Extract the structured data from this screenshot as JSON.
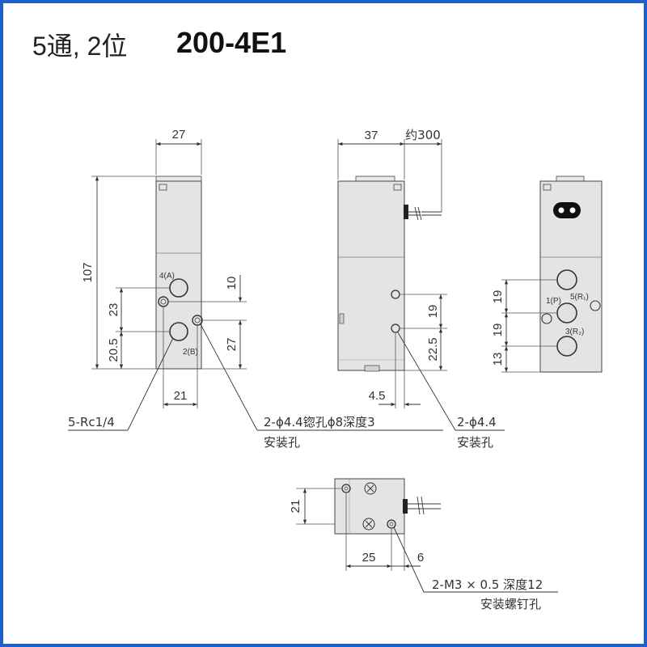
{
  "title": {
    "prefix": "5通, 2位",
    "model": "200-4E1"
  },
  "front_view": {
    "dims": {
      "width": "27",
      "height": "107",
      "port_pitch_upper": "23",
      "bottom_to_port": "20.5",
      "hole_pitch": "21",
      "hole_upper": "10",
      "hole_lower": "27"
    },
    "ports": {
      "a": "4(A)",
      "b": "2(B)"
    }
  },
  "side_view": {
    "dims": {
      "width": "37",
      "lead": "约300",
      "hole_pitch": "19",
      "bottom_to_hole": "22.5",
      "hole_offset": "4.5"
    }
  },
  "back_view": {
    "dims": {
      "pitch_1": "19",
      "pitch_2": "19",
      "bottom": "13"
    },
    "ports": {
      "p": "1(P)",
      "r1": "5(R₁)",
      "r2": "3(R₂)"
    }
  },
  "top_view": {
    "dims": {
      "height": "21",
      "hole_pitch": "25",
      "offset": "6"
    }
  },
  "notes": {
    "ports_thread": "5-Rc1/4",
    "counterbore_line1": "2-ϕ4.4锪孔ϕ8深度3",
    "counterbore_line2": "安装孔",
    "side_hole_line1": "2-ϕ4.4",
    "side_hole_line2": "安装孔",
    "screw_line1": "2-M3 × 0.5 深度12",
    "screw_line2": "安装螺钉孔"
  },
  "colors": {
    "border": "#1f5fc9",
    "body": "#e2e4e6",
    "line": "#333333"
  }
}
